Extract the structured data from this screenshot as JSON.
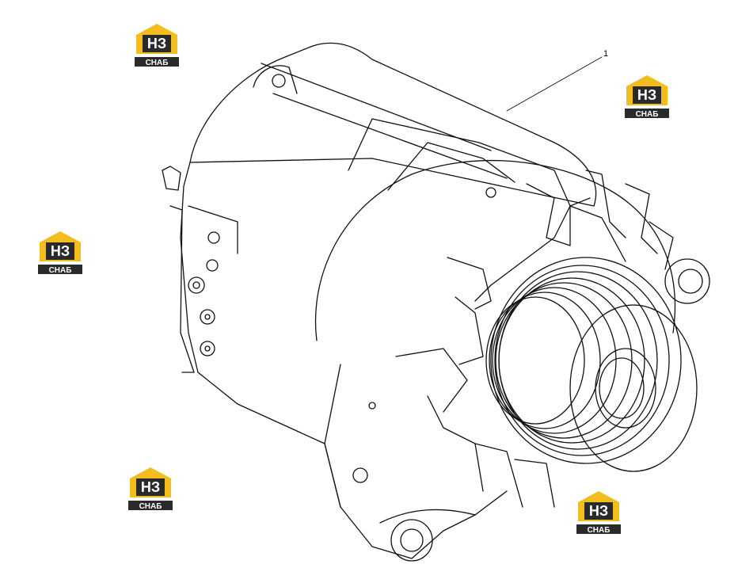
{
  "diagram": {
    "callouts": [
      {
        "label": "1"
      }
    ]
  },
  "watermark": {
    "brand_top": "НЗ",
    "brand_bottom": "СНАБ",
    "colors": {
      "house": "#f2bd1d",
      "dark": "#2a2a2a",
      "text_light": "#ffffff"
    }
  },
  "colors": {
    "line": "#111111",
    "background": "#ffffff"
  }
}
